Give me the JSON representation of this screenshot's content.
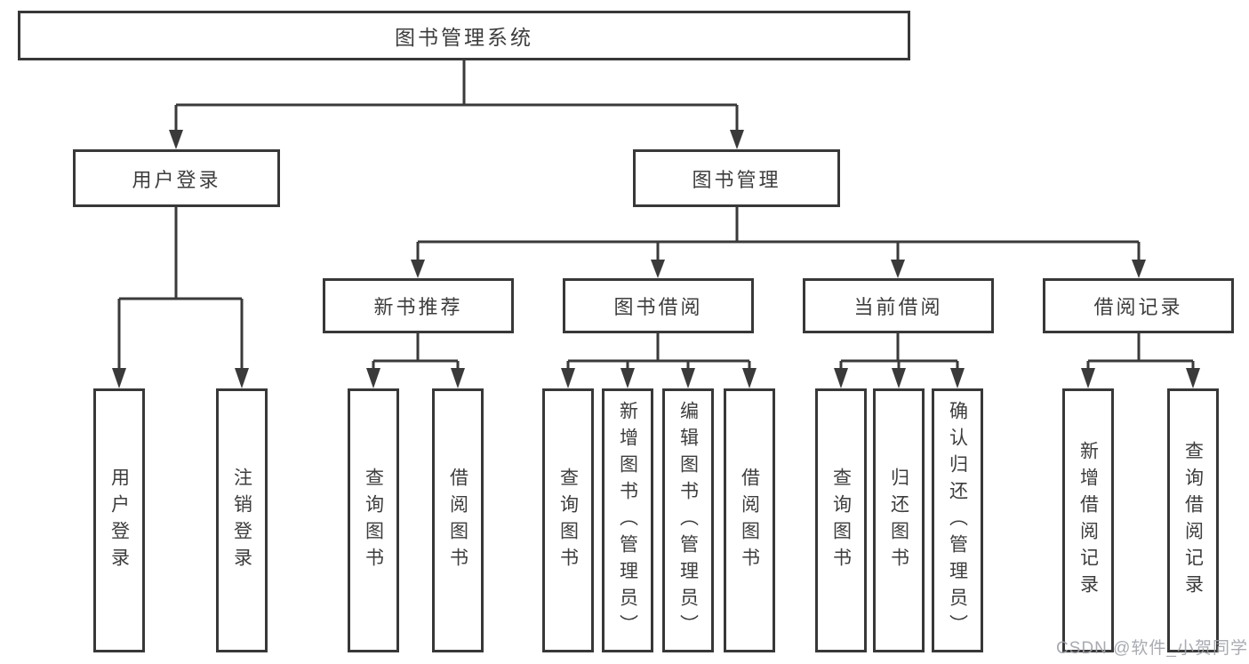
{
  "colors": {
    "line": "#3a3a3a",
    "box_border": "#383838",
    "box_fill": "#ffffff",
    "text": "#3d3d3d",
    "watermark": "#9ea2a8"
  },
  "watermark": "CSDN @软件_小贺同学",
  "tree": {
    "label": "图书管理系统",
    "children": [
      {
        "label": "用户登录",
        "children": [
          {
            "label": "用户登录"
          },
          {
            "label": "注销登录"
          }
        ]
      },
      {
        "label": "图书管理",
        "children": [
          {
            "label": "新书推荐",
            "children": [
              {
                "label": "查询图书"
              },
              {
                "label": "借阅图书"
              }
            ]
          },
          {
            "label": "图书借阅",
            "children": [
              {
                "label": "查询图书"
              },
              {
                "label": "新增图书（管理员）"
              },
              {
                "label": "编辑图书（管理员）"
              },
              {
                "label": "借阅图书"
              }
            ]
          },
          {
            "label": "当前借阅",
            "children": [
              {
                "label": "查询图书"
              },
              {
                "label": "归还图书"
              },
              {
                "label": "确认归还（管理员）"
              }
            ]
          },
          {
            "label": "借阅记录",
            "children": [
              {
                "label": "新增借阅记录"
              },
              {
                "label": "查询借阅记录"
              }
            ]
          }
        ]
      }
    ]
  }
}
